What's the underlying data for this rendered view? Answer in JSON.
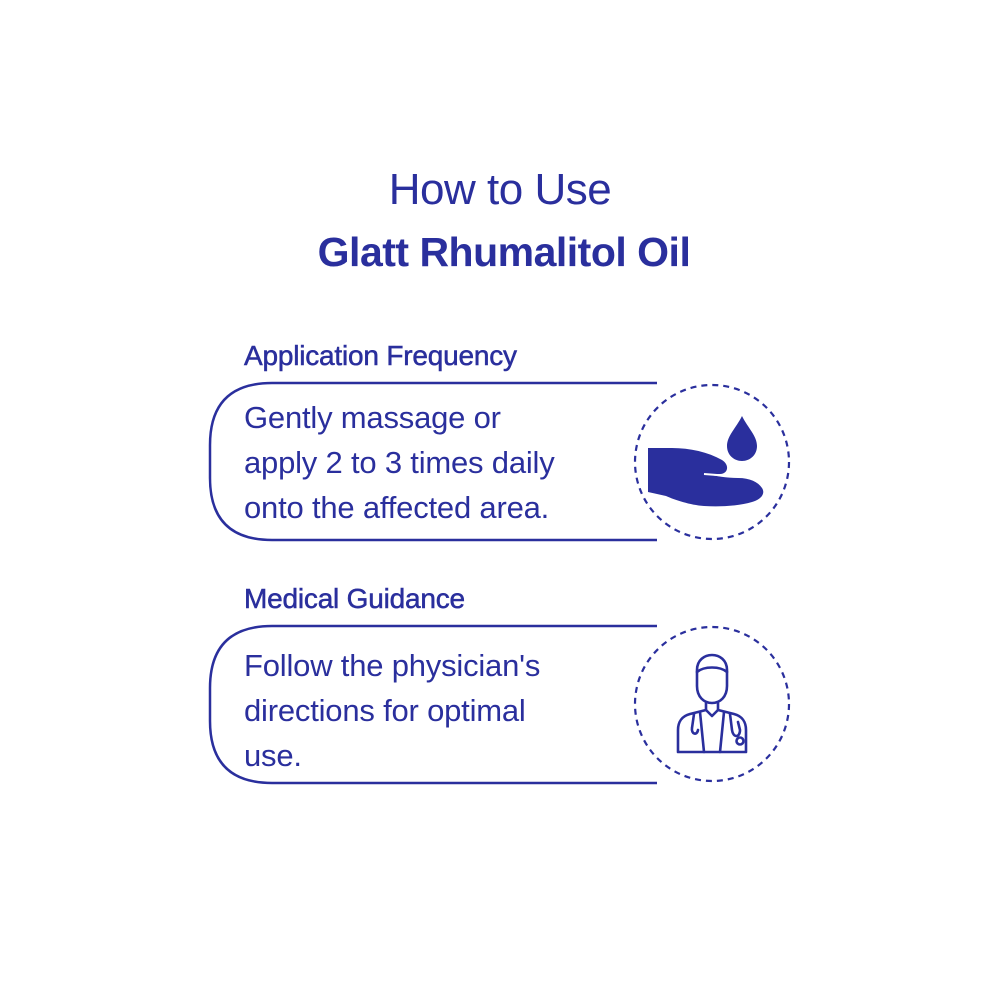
{
  "header": {
    "title_line1": "How to Use",
    "title_line2": "Glatt Rhumalitol Oil"
  },
  "sections": [
    {
      "heading": "Application Frequency",
      "body_lines": [
        "Gently massage or",
        "apply 2 to 3 times daily",
        "onto the affected area."
      ],
      "icon": "hand-oil-drop-icon"
    },
    {
      "heading": "Medical Guidance",
      "body_lines": [
        "Follow the physician's",
        "directions for optimal",
        "use."
      ],
      "icon": "doctor-icon"
    }
  ],
  "colors": {
    "primary": "#2a2f9d",
    "background": "#ffffff"
  }
}
